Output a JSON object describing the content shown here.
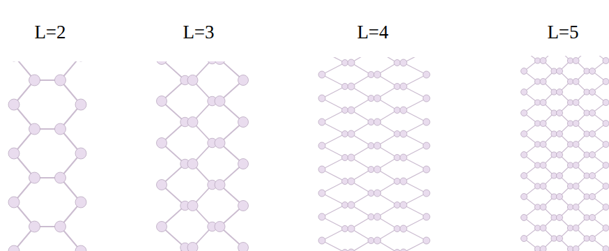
{
  "diagram": {
    "labels": [
      "L=2",
      "L=3",
      "L=4",
      "L=5"
    ]
  }
}
